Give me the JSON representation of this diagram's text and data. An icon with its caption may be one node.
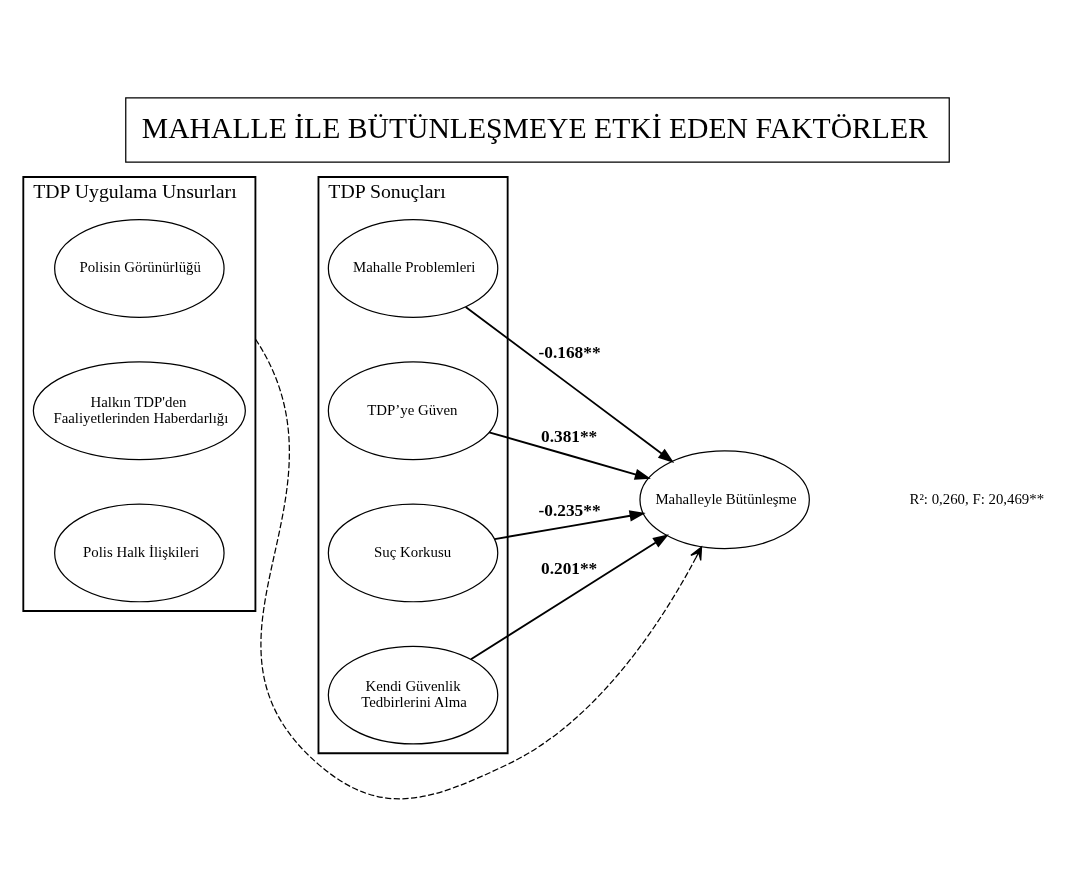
{
  "diagram": {
    "title": "MAHALLE İLE BÜTÜNLEŞMEYE ETKİ EDEN FAKTÖRLER",
    "nodes": [
      {
        "text": [
          "TDP Uygulama Unsurları"
        ]
      },
      {
        "text": [
          "Polisin Görünürlüğü"
        ],
        "in": 0
      },
      {
        "text": [
          "Halkın TDP'den Faaliyetlerinden Haberdarlığı"
        ],
        "in": 0
      },
      {
        "text": [
          "Polis Halk İlişkileri"
        ],
        "in": 0
      },
      {
        "text": [
          "TDP Sonuçları"
        ]
      },
      {
        "text": [
          "Mahalle Problemleri"
        ],
        "in": 4
      },
      {
        "text": [
          "TDP’ye Güven"
        ],
        "in": 4
      },
      {
        "text": [
          "Suç Korkusu"
        ],
        "in": 4
      },
      {
        "text": [
          "Kendi Güvenlik Tedbirlerini Alma"
        ],
        "in": 4
      },
      {
        "text": [
          "Mahalleyle Bütünleşme"
        ]
      }
    ],
    "edges": [
      {
        "from": 0,
        "to": 9,
        "arrow": "to",
        "style": "dashed"
      },
      {
        "from": 5,
        "to": 9,
        "arrow": "to",
        "label": "-0.168**"
      },
      {
        "from": 6,
        "to": 9,
        "arrow": "to",
        "label": "0.381**"
      },
      {
        "from": 7,
        "to": 9,
        "arrow": "to",
        "label": "-0.235**"
      },
      {
        "from": 8,
        "to": 9,
        "arrow": "to",
        "label": "0.201**"
      }
    ],
    "labels": [
      "R²: 0,260, F: 20,469**"
    ]
  }
}
